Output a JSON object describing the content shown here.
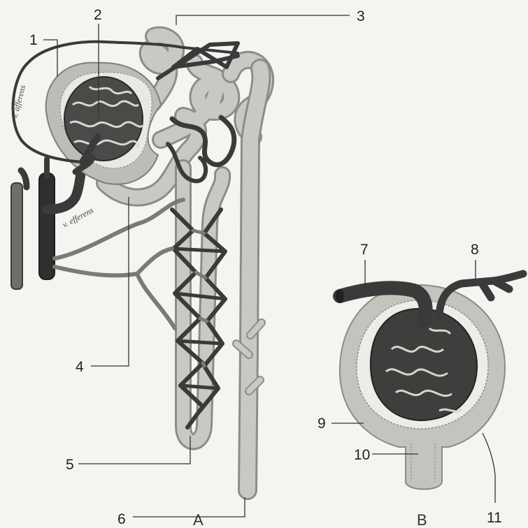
{
  "labels": {
    "l1": "1",
    "l2": "2",
    "l3": "3",
    "l4": "4",
    "l5": "5",
    "l6": "6",
    "l7": "7",
    "l8": "8",
    "l9": "9",
    "l10": "10",
    "l11": "11"
  },
  "vessels": {
    "afferent": "v. afferens",
    "efferent": "v. efferens"
  },
  "panels": {
    "a": "A",
    "b": "B"
  }
}
